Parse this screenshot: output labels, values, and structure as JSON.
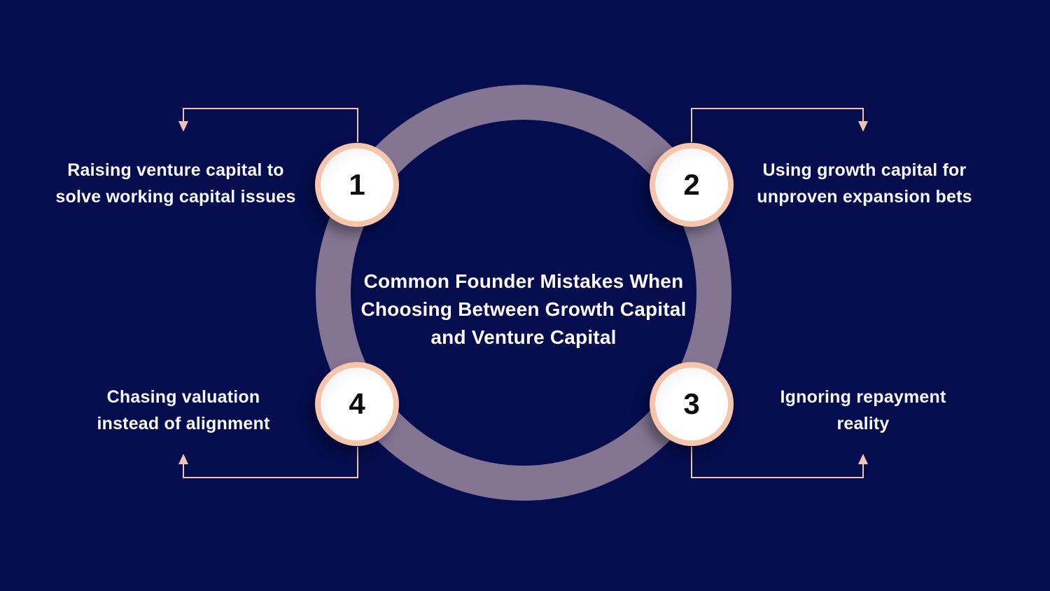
{
  "title": {
    "lines": [
      "Common Founder Mistakes When",
      "Choosing Between Growth Capital",
      "and Venture Capital"
    ]
  },
  "items": [
    {
      "number": "1",
      "position": "top-left",
      "label_lines": [
        "Raising venture capital to",
        "solve working capital issues"
      ]
    },
    {
      "number": "2",
      "position": "top-right",
      "label_lines": [
        "Using growth capital for",
        "unproven expansion bets"
      ]
    },
    {
      "number": "3",
      "position": "bottom-right",
      "label_lines": [
        "Ignoring repayment",
        "reality"
      ]
    },
    {
      "number": "4",
      "position": "bottom-left",
      "label_lines": [
        "Chasing valuation",
        "instead of alignment"
      ]
    }
  ],
  "colors": {
    "background": "#050d4f",
    "ring": "#847592",
    "circle_border": "#f6c6ac",
    "circle_fill": "#ffffff",
    "connector_line": "#f0c4b0",
    "number_text": "#0d0d0d",
    "label_text": "#f7f8fc"
  }
}
